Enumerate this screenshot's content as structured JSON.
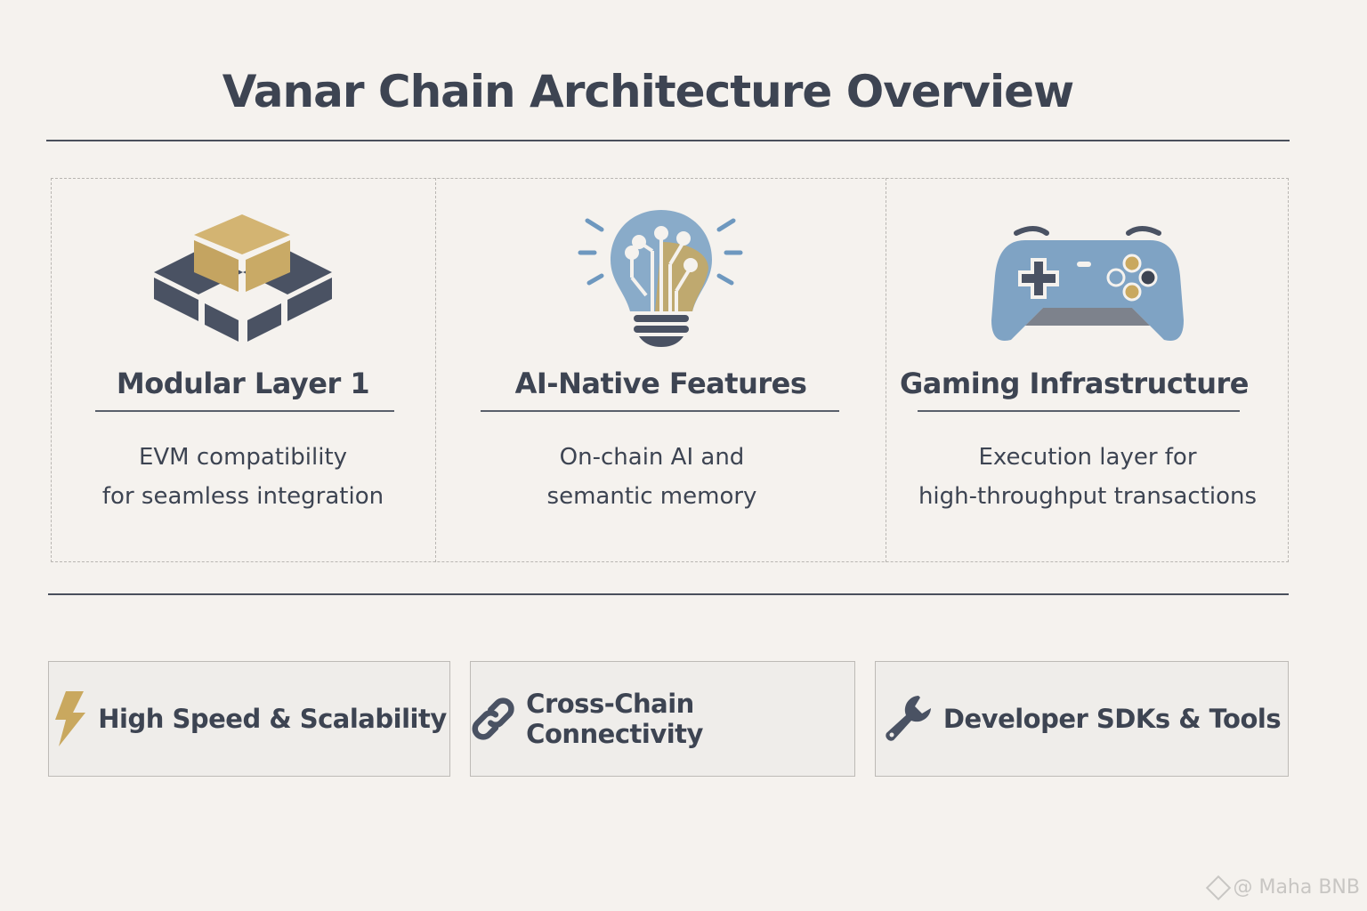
{
  "title": "Vanar Chain Architecture Overview",
  "pillars": [
    {
      "icon": "stacked-blocks-icon",
      "heading": "Modular Layer 1",
      "lines": [
        "EVM compatibility",
        "for seamless integration"
      ]
    },
    {
      "icon": "lightbulb-circuit-icon",
      "heading": "AI-Native Features",
      "lines": [
        "On-chain AI and",
        "semantic memory"
      ]
    },
    {
      "icon": "gamepad-icon",
      "heading": "Gaming Infrastructure",
      "lines": [
        "Execution layer for",
        "high-throughput transactions"
      ]
    }
  ],
  "features": [
    {
      "icon": "lightning-icon",
      "label": "High Speed & Scalability"
    },
    {
      "icon": "chain-link-icon",
      "label": "Cross-Chain Connectivity"
    },
    {
      "icon": "wrench-icon",
      "label": "Developer SDKs & Tools"
    }
  ],
  "watermark": "@ Maha BNB",
  "colors": {
    "background": "#f5f2ee",
    "text": "#3d4452",
    "gold": "#c9a85f",
    "blue": "#7fa3c4"
  }
}
